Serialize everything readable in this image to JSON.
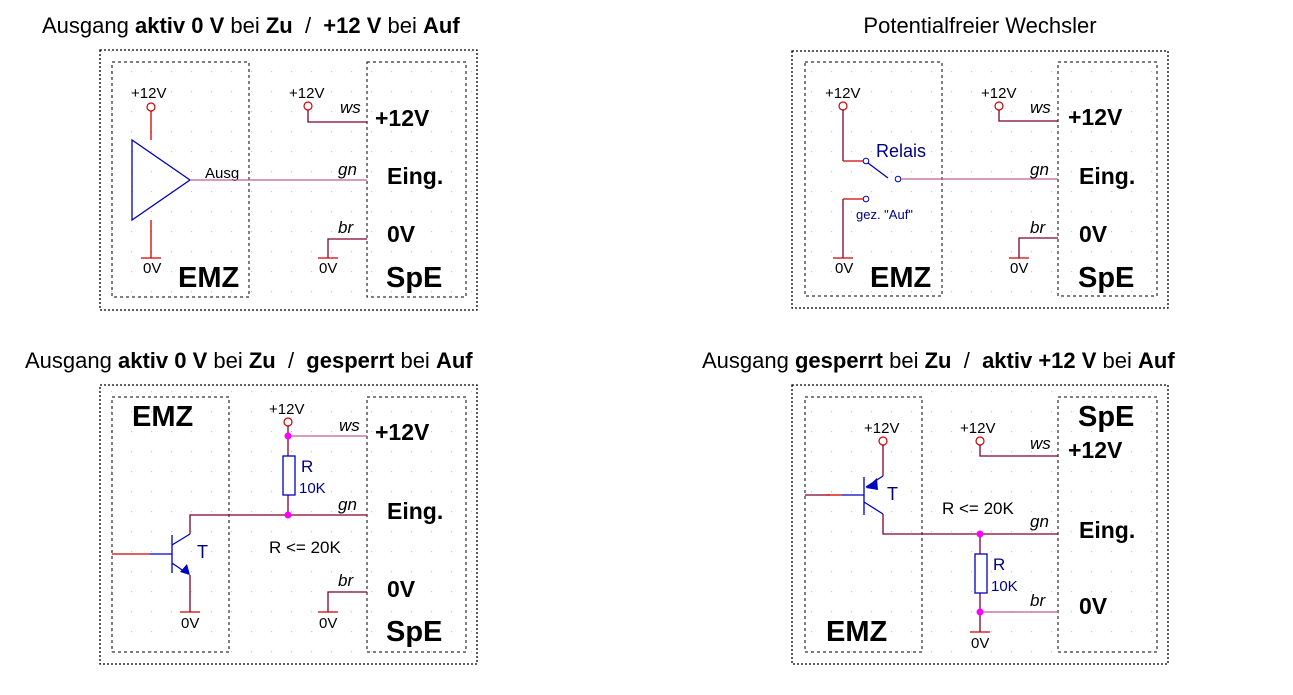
{
  "titles": {
    "q1": [
      "Ausgang ",
      "aktiv 0 V",
      " bei ",
      "Zu",
      "  /  ",
      "+12 V",
      " bei ",
      "Auf"
    ],
    "q2": "Potentialfreier Wechsler",
    "q3": [
      "Ausgang ",
      "aktiv 0 V",
      " bei ",
      "Zu",
      "  /  ",
      "gesperrt",
      " bei ",
      "Auf"
    ],
    "q4": [
      "Ausgang ",
      "gesperrt",
      " bei ",
      "Zu",
      "  /  ",
      "aktiv +12 V",
      " bei ",
      "Auf"
    ]
  },
  "labels": {
    "plus12": "+12V",
    "zero": "0V",
    "emz": "EMZ",
    "spe": "SpE",
    "ws": "ws",
    "gn": "gn",
    "br": "br",
    "pin_plus12": "+12V",
    "pin_eing": "Eing.",
    "pin_0v": "0V",
    "ausg": "Ausg",
    "relais": "Relais",
    "gez_auf": "gez. \"Auf\"",
    "transistor": "T",
    "resistor": "R",
    "resistor_value": "10K",
    "resistor_note": "R <= 20K"
  },
  "colors": {
    "wire": "#800030",
    "supply": "#d00000",
    "component": "#0000c0",
    "junction": "#ff00ff"
  }
}
